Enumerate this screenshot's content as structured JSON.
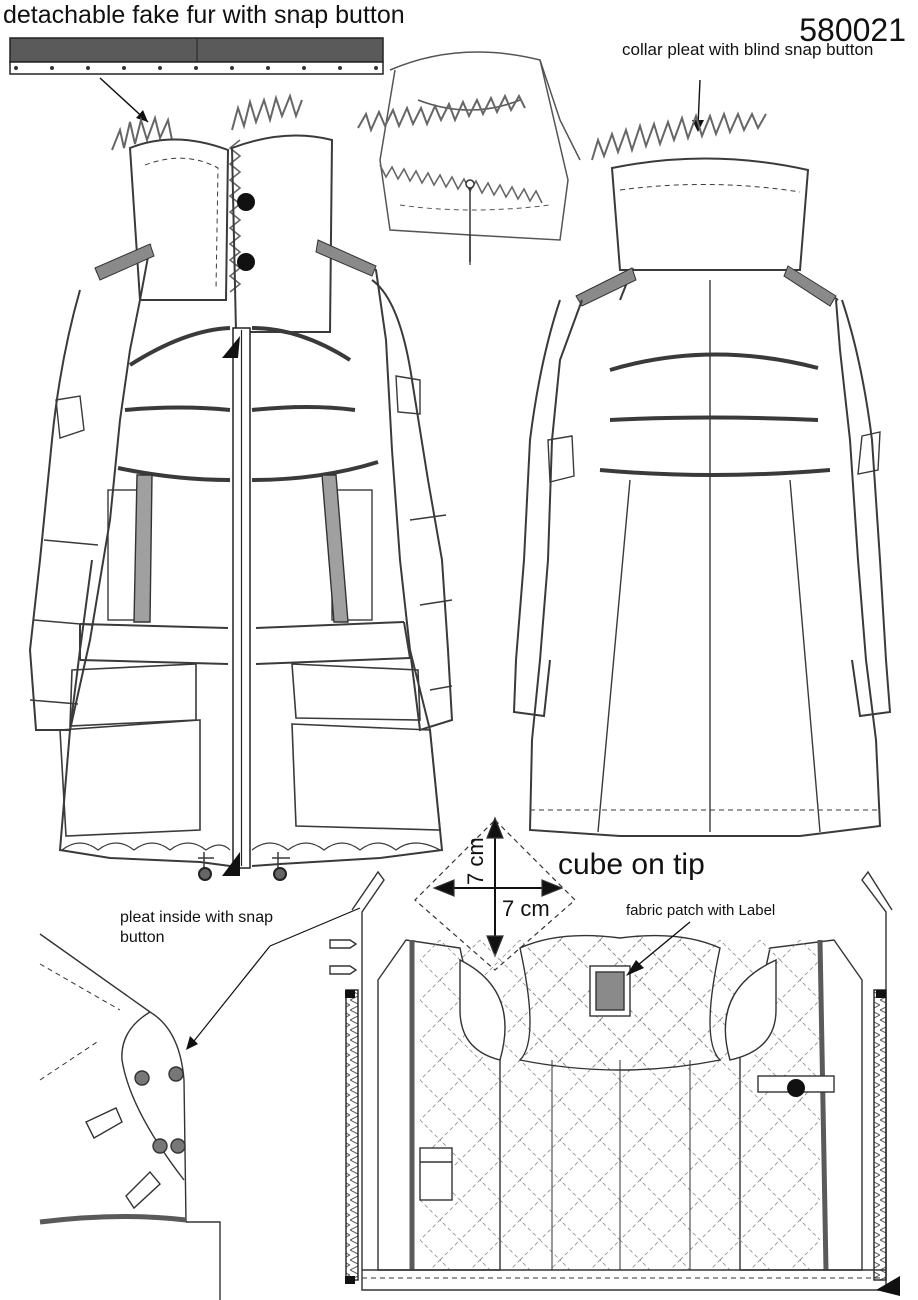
{
  "title": "detachable fake fur with snap button",
  "style_number": "580021",
  "annotations": {
    "collar_pleat": "collar pleat with blind snap button",
    "pleat_inside": "pleat inside with snap button",
    "cube_on_tip": "cube on tip",
    "fabric_patch": "fabric patch with Label",
    "dim_vertical": "7 cm",
    "dim_horizontal": "7 cm"
  },
  "colors": {
    "line": "#3a3a3a",
    "band": "#5a5a5a",
    "fill_gray": "#9a9a9a",
    "dark": "#222222"
  }
}
